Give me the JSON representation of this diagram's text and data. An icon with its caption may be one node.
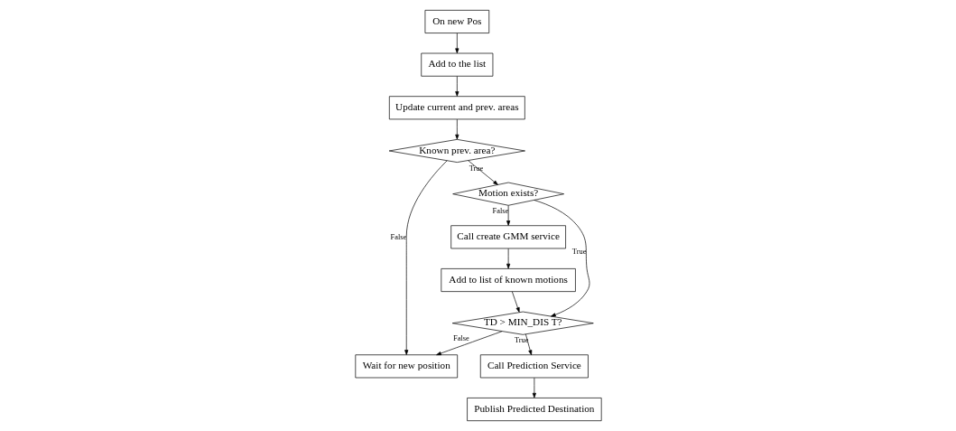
{
  "diagram": {
    "nodes": [
      {
        "text": [
          "On new Pos"
        ]
      },
      {
        "text": [
          "Add to the list"
        ]
      },
      {
        "text": [
          "Update current and prev. areas"
        ]
      },
      {
        "text": [
          "Known prev. area?"
        ]
      },
      {
        "text": [
          "Wait for new position"
        ]
      },
      {
        "text": [
          "Motion exists?"
        ]
      },
      {
        "text": [
          "Call create GMM service"
        ]
      },
      {
        "text": [
          "Add to list of known motions"
        ]
      },
      {
        "text": [
          "TD > MIN_DIS T?"
        ]
      },
      {
        "text": [
          "Call Prediction Service"
        ]
      },
      {
        "text": [
          "Publish Predicted Destination"
        ]
      }
    ],
    "edges": [
      {
        "from": 0,
        "to": 1,
        "arrow": "to"
      },
      {
        "from": 1,
        "to": 2,
        "arrow": "to"
      },
      {
        "from": 2,
        "to": 3,
        "arrow": "to"
      },
      {
        "from": 3,
        "to": 5,
        "arrow": "to",
        "label": "True"
      },
      {
        "from": 3,
        "to": 4,
        "arrow": "to",
        "label": "False"
      },
      {
        "from": 5,
        "to": 6,
        "arrow": "to",
        "label": "False"
      },
      {
        "from": 5,
        "to": 8,
        "arrow": "to",
        "label": "True"
      },
      {
        "from": 6,
        "to": 7,
        "arrow": "to"
      },
      {
        "from": 7,
        "to": 8,
        "arrow": "to"
      },
      {
        "from": 8,
        "to": 4,
        "arrow": "to",
        "label": "False"
      },
      {
        "from": 8,
        "to": 9,
        "arrow": "to",
        "label": "True"
      },
      {
        "from": 9,
        "to": 10,
        "arrow": "to"
      }
    ]
  }
}
